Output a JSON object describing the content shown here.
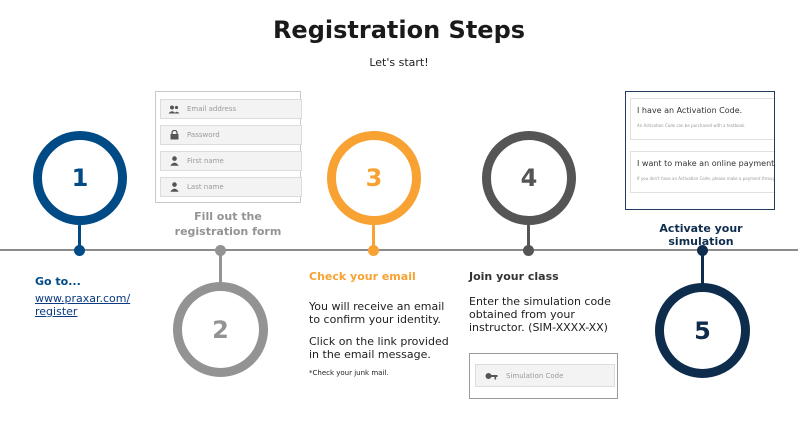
{
  "header": {
    "title": "Registration Steps",
    "subtitle": "Let's start!"
  },
  "colors": {
    "step1": "#004a85",
    "step2": "#939393",
    "step3": "#f7a232",
    "step4": "#555555",
    "step5": "#0e2d4d",
    "timeline": "#8c8c8c"
  },
  "steps": [
    {
      "number": "1",
      "label": "Go to...",
      "link_line1": "www.praxar.com/",
      "link_line2": "register"
    },
    {
      "number": "2",
      "label_line1": "Fill out the",
      "label_line2": "registration form",
      "form_fields": [
        {
          "icon": "users-icon",
          "placeholder": "Email address"
        },
        {
          "icon": "lock-icon",
          "placeholder": "Password"
        },
        {
          "icon": "user-icon",
          "placeholder": "First name"
        },
        {
          "icon": "user-icon",
          "placeholder": "Last name"
        }
      ]
    },
    {
      "number": "3",
      "label": "Check your email",
      "text1_line1": "You will receive an email",
      "text1_line2": "to confirm your identity.",
      "text2_line1": "Click on the link provided",
      "text2_line2": "in the email message.",
      "note": "*Check your junk mail."
    },
    {
      "number": "4",
      "label": "Join your class",
      "text_line1": "Enter the simulation code",
      "text_line2": "obtained from your",
      "text_line3": "instructor. (SIM-XXXX-XX)",
      "code_placeholder": "Simulation Code"
    },
    {
      "number": "5",
      "label": "Activate your simulation",
      "option1_title": "I have an Activation Code.",
      "option1_sub": "An Activation Code can be purchased with a textbook.",
      "option2_title": "I want to make an online payment.",
      "option2_sub": "If you don't have an Activation Code, please make a payment through"
    }
  ]
}
